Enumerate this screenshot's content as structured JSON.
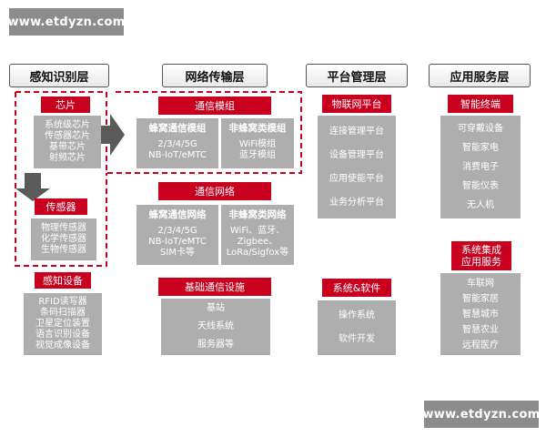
{
  "watermark": {
    "top": "www.etdyzn.com",
    "bottom": "www.etdyzn.com"
  },
  "layers": {
    "perception": "感知识别层",
    "network": "网络传输层",
    "platform": "平台管理层",
    "application": "应用服务层"
  },
  "perception": {
    "chip": {
      "label": "芯片",
      "items": [
        "系统级芯片",
        "传感器芯片",
        "基带芯片",
        "射频芯片"
      ]
    },
    "sensor": {
      "label": "传感器",
      "items": [
        "物理传感器",
        "化学传感器",
        "生物传感器"
      ]
    },
    "device": {
      "label": "感知设备",
      "items": [
        "RFID读写器",
        "条码扫描器",
        "卫星定位装置",
        "语言识别设备",
        "视觉成像设备"
      ]
    }
  },
  "network": {
    "module": {
      "label": "通信模组",
      "cellular": {
        "title": "蜂窝通信模组",
        "items": [
          "2/3/4/5G",
          "NB-IoT/eMTC"
        ]
      },
      "noncellular": {
        "title": "非蜂窝类模组",
        "items": [
          "WiFi模组",
          "蓝牙模组"
        ]
      }
    },
    "net": {
      "label": "通信网络",
      "cellular": {
        "title": "蜂窝通信网络",
        "items": [
          "2/3/4/5G",
          "NB-IoT/eMTC",
          "SIM卡等"
        ]
      },
      "noncellular": {
        "title": "非蜂窝类网络",
        "items": [
          "WiFi、蓝牙、",
          "Zigbee、",
          "LoRa/Sigfox等"
        ]
      }
    },
    "infra": {
      "label": "基础通信设施",
      "items": [
        "基站",
        "天线系统",
        "服务器等"
      ]
    }
  },
  "platform": {
    "iot": {
      "label": "物联网平台",
      "items": [
        "连接管理平台",
        "设备管理平台",
        "应用使能平台",
        "业务分析平台"
      ]
    },
    "sys": {
      "label": "系统&软件",
      "items": [
        "操作系统",
        "软件开发"
      ]
    }
  },
  "application": {
    "terminal": {
      "label": "智能终端",
      "items": [
        "可穿戴设备",
        "智能家电",
        "消费电子",
        "智能仪表",
        "无人机"
      ]
    },
    "integration": {
      "label": [
        "系统集成",
        "应用服务"
      ],
      "items": [
        "车联网",
        "智能家居",
        "智慧城市",
        "智慧农业",
        "远程医疗"
      ]
    }
  }
}
